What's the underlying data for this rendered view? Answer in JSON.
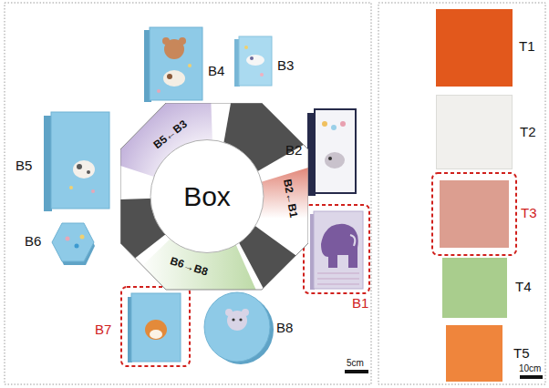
{
  "diagram": {
    "nodes": [
      {
        "text": [
          "Box"
        ]
      },
      {
        "text": [
          "B5←B3"
        ],
        "in": 0
      },
      {
        "text": [
          "B2←B1"
        ],
        "in": 0
      },
      {
        "text": [
          "B6→B8"
        ],
        "in": 0
      },
      {
        "text": [
          "B4"
        ]
      },
      {
        "text": [
          "B3"
        ]
      },
      {
        "text": [
          "B5"
        ]
      },
      {
        "text": [
          "B2"
        ]
      },
      {
        "text": [
          "B6"
        ]
      },
      {
        "text": [
          "B1"
        ]
      },
      {
        "text": [
          "B7"
        ]
      },
      {
        "text": [
          "B8"
        ]
      },
      {
        "text": [
          "T1"
        ]
      },
      {
        "text": [
          "T2"
        ]
      },
      {
        "text": [
          "T3"
        ]
      },
      {
        "text": [
          "T4"
        ]
      },
      {
        "text": [
          "T5"
        ]
      }
    ],
    "labels": [
      "5cm",
      "10cm"
    ]
  }
}
